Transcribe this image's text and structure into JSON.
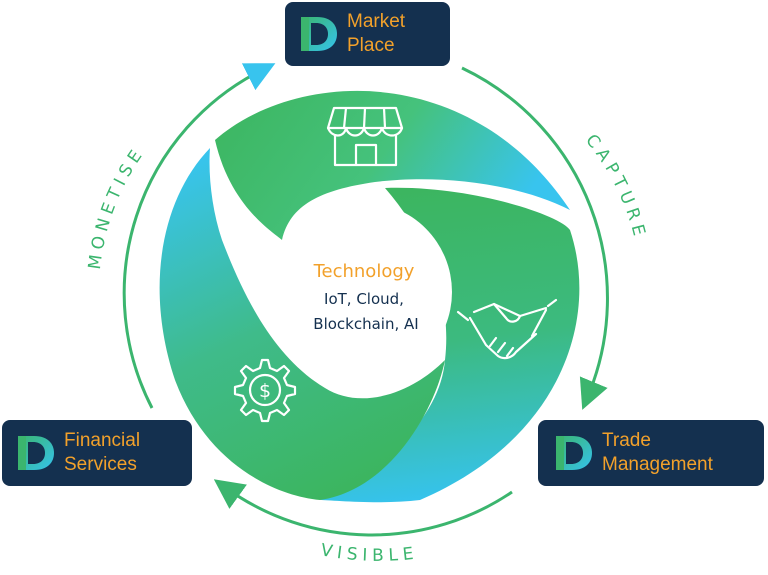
{
  "center": {
    "title": "Technology",
    "line1": "IoT, Cloud,",
    "line2": "Blockchain, AI"
  },
  "cycle_labels": {
    "top_right": "CAPTURE",
    "bottom": "VISIBLE",
    "top_left": "MONETISE"
  },
  "nodes": {
    "market_place": {
      "line1": "Market",
      "line2": "Place",
      "icon": "storefront-icon"
    },
    "trade_management": {
      "line1": "Trade",
      "line2": "Management",
      "icon": "handshake-icon"
    },
    "financial_services": {
      "line1": "Financial",
      "line2": "Services",
      "icon": "dollar-gear-icon"
    }
  },
  "colors": {
    "navy": "#14304f",
    "orange": "#f2a12b",
    "green": "#3bb56e",
    "blue": "#35c3ee"
  }
}
